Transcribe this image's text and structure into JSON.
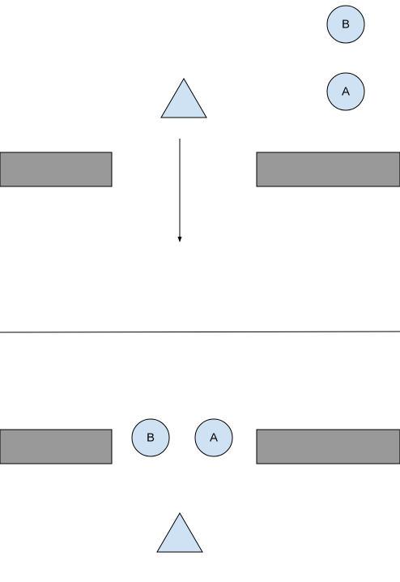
{
  "colors": {
    "wall_fill": "#999999",
    "token_fill": "#cfe2f3",
    "outline": "#000000",
    "background": "#ffffff"
  },
  "top_panel": {
    "tokens": [
      {
        "label": "B"
      },
      {
        "label": "A"
      }
    ],
    "marker_shape": "triangle",
    "arrow_direction": "down"
  },
  "bottom_panel": {
    "tokens": [
      {
        "label": "B"
      },
      {
        "label": "A"
      }
    ],
    "marker_shape": "triangle"
  }
}
